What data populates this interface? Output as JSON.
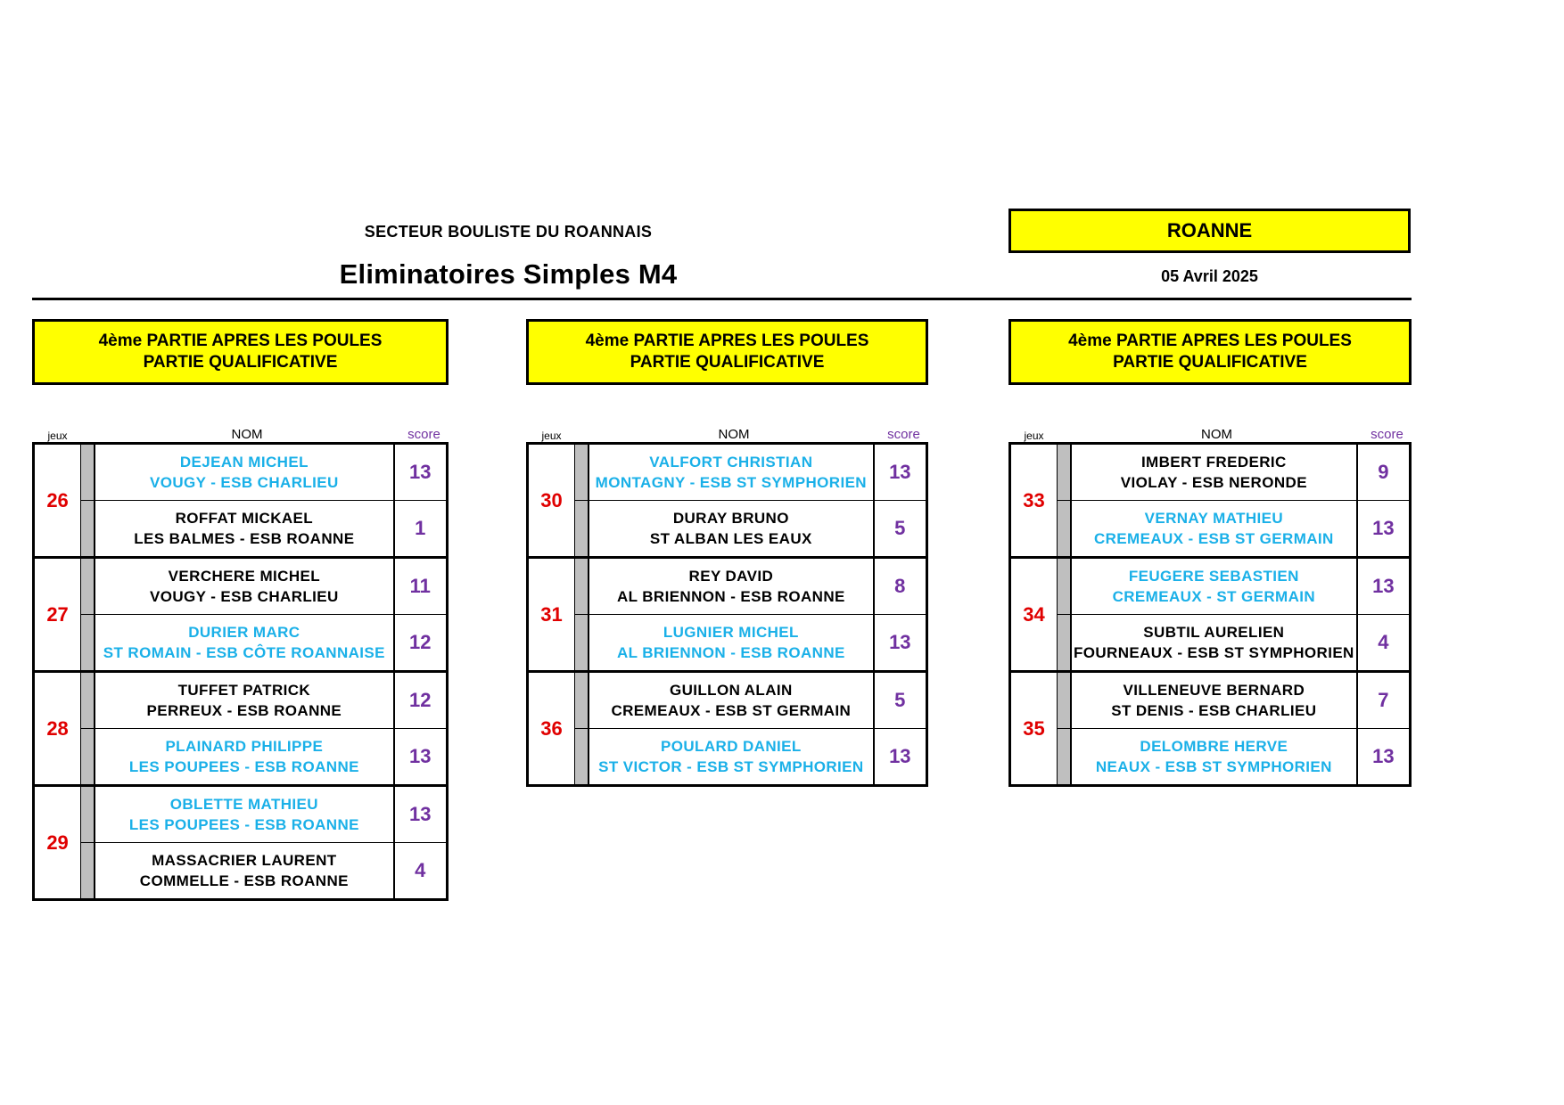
{
  "header": {
    "organization": "SECTEUR BOULISTE DU ROANNAIS",
    "title": "Eliminatoires Simples M4",
    "venue": "ROANNE",
    "date": "05 Avril 2025"
  },
  "columns": [
    {
      "header_line1": "4ème PARTIE APRES LES POULES",
      "header_line2": "PARTIE QUALIFICATIVE",
      "label_jeux": "jeux",
      "label_nom": "NOM",
      "label_score": "score",
      "games": [
        {
          "num": "26",
          "players": [
            {
              "name": "DEJEAN MICHEL",
              "club": "VOUGY - ESB CHARLIEU",
              "score": "13",
              "winner": true
            },
            {
              "name": "ROFFAT MICKAEL",
              "club": "LES BALMES - ESB ROANNE",
              "score": "1",
              "winner": false
            }
          ]
        },
        {
          "num": "27",
          "players": [
            {
              "name": "VERCHERE MICHEL",
              "club": "VOUGY - ESB CHARLIEU",
              "score": "11",
              "winner": false
            },
            {
              "name": "DURIER MARC",
              "club": "ST ROMAIN - ESB CÔTE ROANNAISE",
              "score": "12",
              "winner": true
            }
          ]
        },
        {
          "num": "28",
          "players": [
            {
              "name": "TUFFET PATRICK",
              "club": "PERREUX - ESB ROANNE",
              "score": "12",
              "winner": false
            },
            {
              "name": "PLAINARD PHILIPPE",
              "club": "LES POUPEES - ESB ROANNE",
              "score": "13",
              "winner": true
            }
          ]
        },
        {
          "num": "29",
          "players": [
            {
              "name": "OBLETTE MATHIEU",
              "club": "LES POUPEES - ESB ROANNE",
              "score": "13",
              "winner": true
            },
            {
              "name": "MASSACRIER LAURENT",
              "club": "COMMELLE - ESB ROANNE",
              "score": "4",
              "winner": false
            }
          ]
        }
      ]
    },
    {
      "header_line1": "4ème PARTIE APRES LES POULES",
      "header_line2": "PARTIE QUALIFICATIVE",
      "label_jeux": "jeux",
      "label_nom": "NOM",
      "label_score": "score",
      "games": [
        {
          "num": "30",
          "players": [
            {
              "name": "VALFORT CHRISTIAN",
              "club": "MONTAGNY - ESB ST SYMPHORIEN",
              "score": "13",
              "winner": true
            },
            {
              "name": "DURAY BRUNO",
              "club": "ST ALBAN LES EAUX",
              "score": "5",
              "winner": false
            }
          ]
        },
        {
          "num": "31",
          "players": [
            {
              "name": "REY DAVID",
              "club": "AL BRIENNON - ESB ROANNE",
              "score": "8",
              "winner": false
            },
            {
              "name": "LUGNIER MICHEL",
              "club": "AL BRIENNON - ESB ROANNE",
              "score": "13",
              "winner": true
            }
          ]
        },
        {
          "num": "36",
          "players": [
            {
              "name": "GUILLON ALAIN",
              "club": "CREMEAUX - ESB ST GERMAIN",
              "score": "5",
              "winner": false
            },
            {
              "name": "POULARD DANIEL",
              "club": "ST VICTOR - ESB ST SYMPHORIEN",
              "score": "13",
              "winner": true
            }
          ]
        }
      ]
    },
    {
      "header_line1": "4ème PARTIE APRES LES POULES",
      "header_line2": "PARTIE QUALIFICATIVE",
      "label_jeux": "jeux",
      "label_nom": "NOM",
      "label_score": "score",
      "games": [
        {
          "num": "33",
          "players": [
            {
              "name": "IMBERT FREDERIC",
              "club": "VIOLAY - ESB NERONDE",
              "score": "9",
              "winner": false
            },
            {
              "name": "VERNAY MATHIEU",
              "club": "CREMEAUX - ESB ST GERMAIN",
              "score": "13",
              "winner": true
            }
          ]
        },
        {
          "num": "34",
          "players": [
            {
              "name": "FEUGERE SEBASTIEN",
              "club": "CREMEAUX - ST GERMAIN",
              "score": "13",
              "winner": true
            },
            {
              "name": "SUBTIL AURELIEN",
              "club": "FOURNEAUX - ESB ST SYMPHORIEN",
              "score": "4",
              "winner": false
            }
          ]
        },
        {
          "num": "35",
          "players": [
            {
              "name": "VILLENEUVE BERNARD",
              "club": "ST DENIS - ESB CHARLIEU",
              "score": "7",
              "winner": false
            },
            {
              "name": "DELOMBRE HERVE",
              "club": "NEAUX - ESB ST SYMPHORIEN",
              "score": "13",
              "winner": true
            }
          ]
        }
      ]
    }
  ]
}
